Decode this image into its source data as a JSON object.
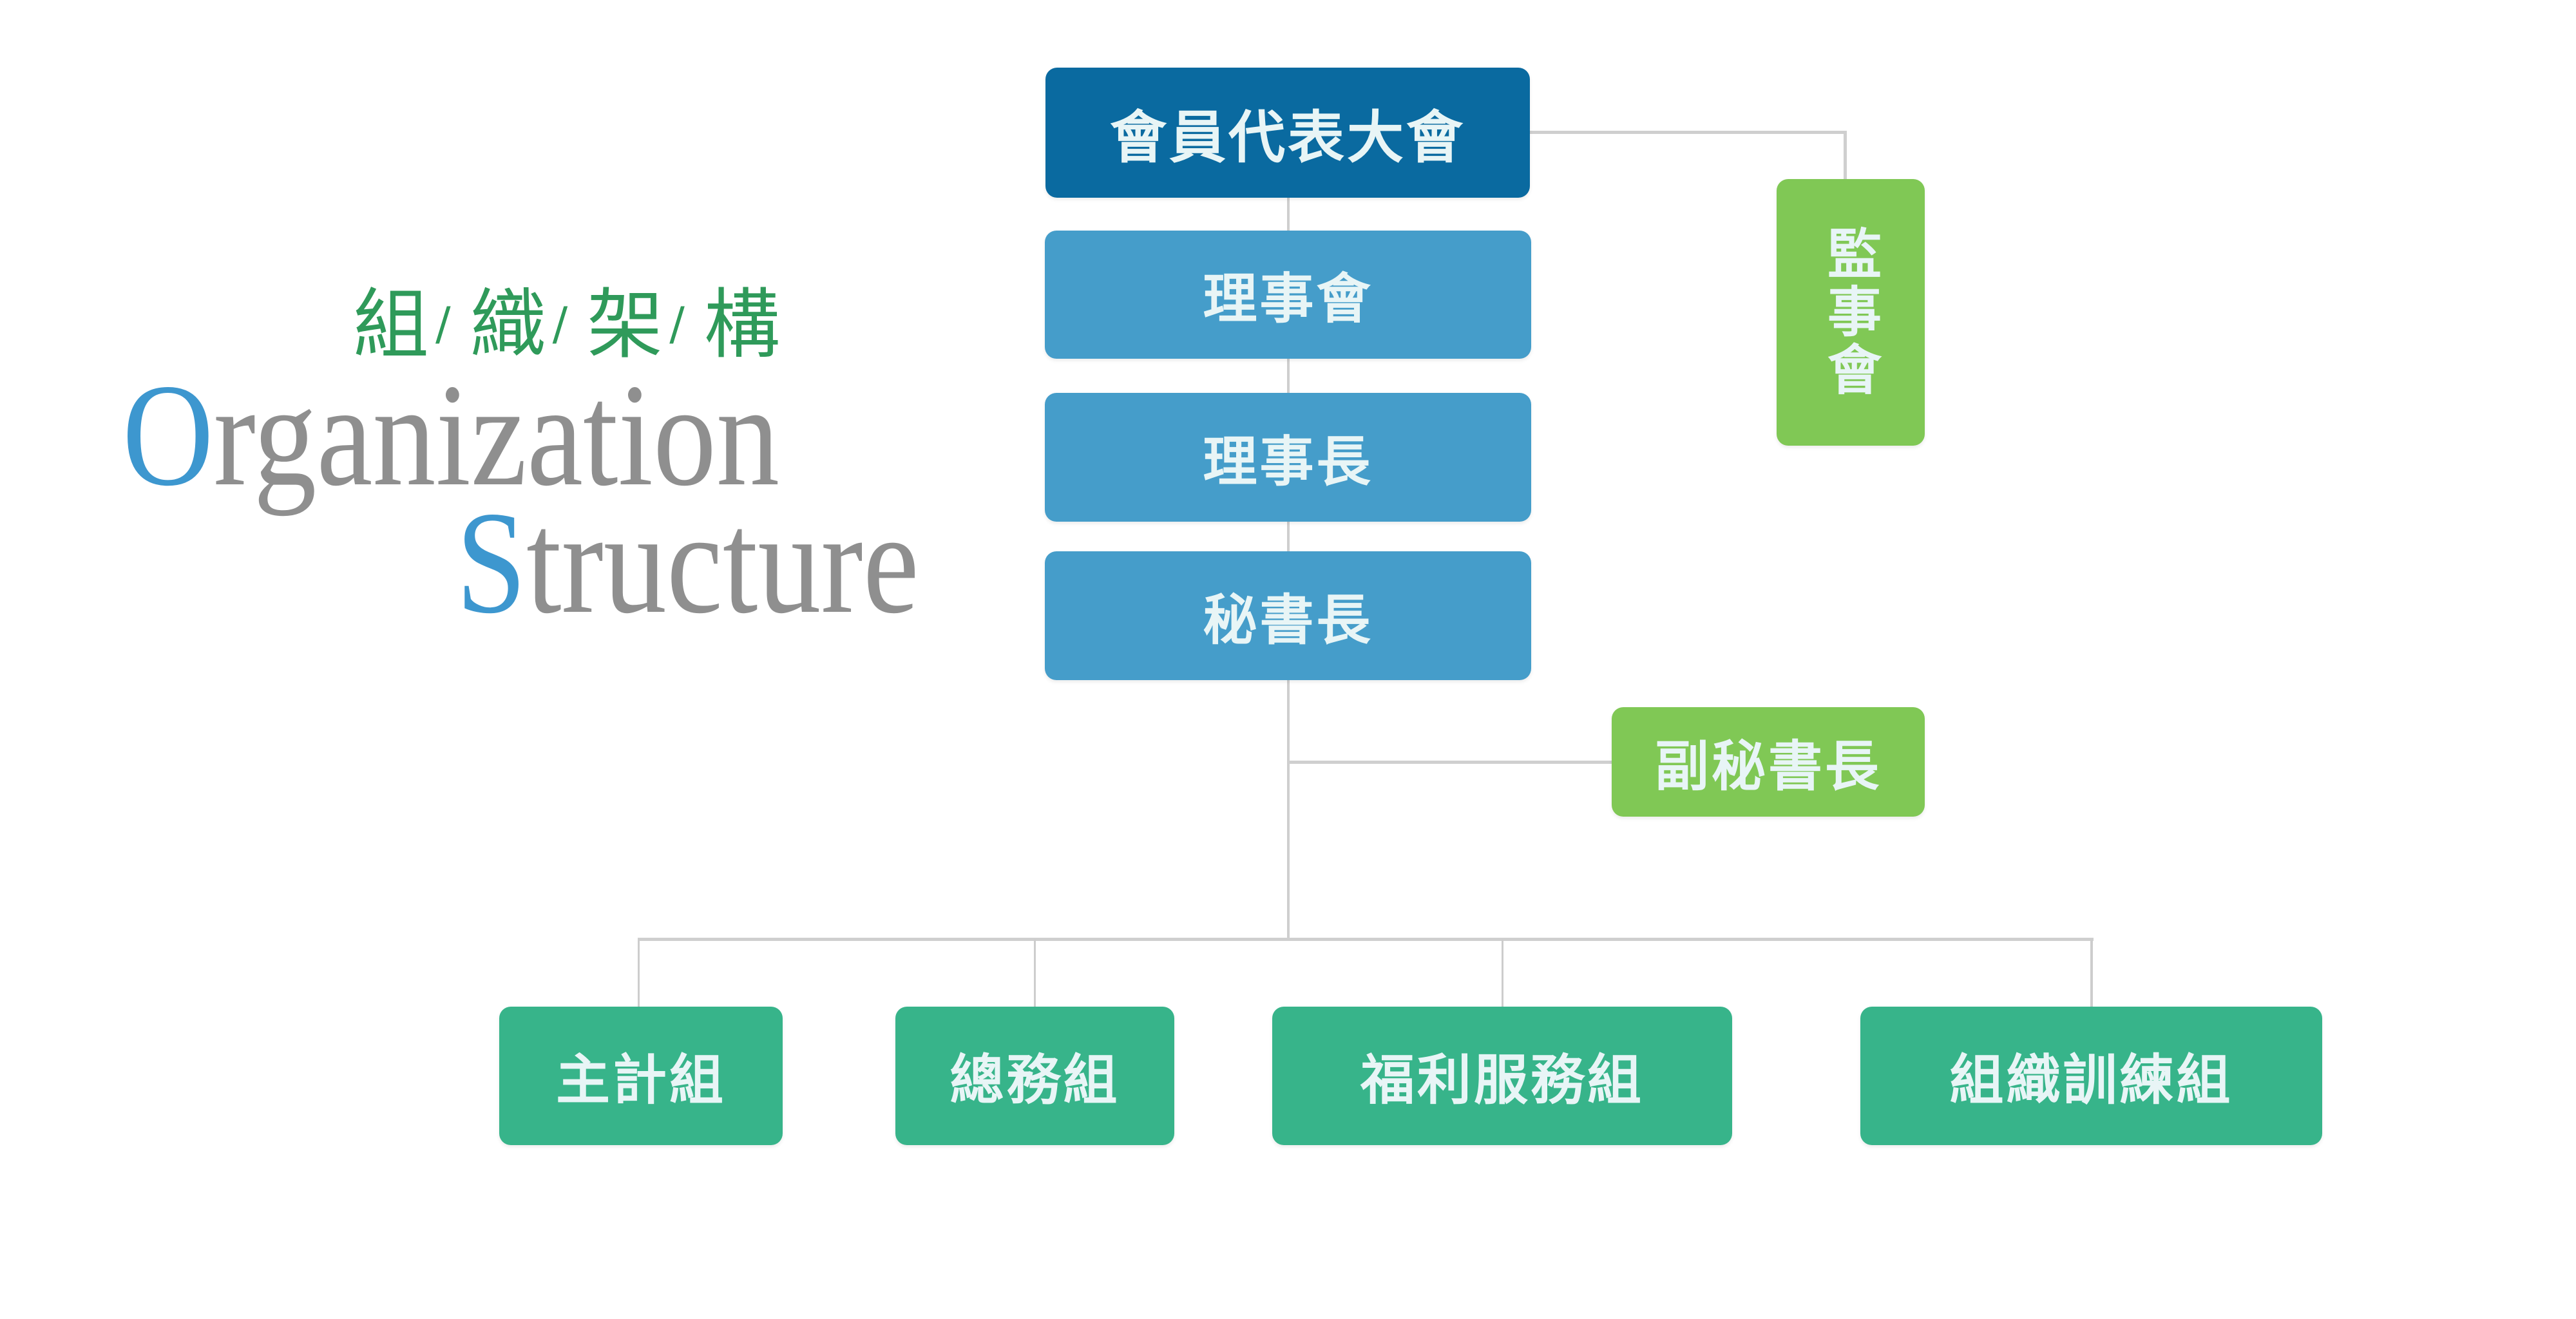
{
  "title": {
    "chinese_chars": [
      "組",
      "織",
      "架",
      "構"
    ],
    "separator": "/",
    "english_line1": {
      "initial": "O",
      "rest": "rganization"
    },
    "english_line2": {
      "initial": "S",
      "rest": "tructure"
    }
  },
  "nodes": {
    "assembly": "會員代表大會",
    "supervisors": "監事會",
    "board": "理事會",
    "chairman": "理事長",
    "secretary_general": "秘書長",
    "deputy_secretary_general": "副秘書長",
    "departments": [
      "主計組",
      "總務組",
      "福利服務組",
      "組織訓練組"
    ]
  },
  "colors": {
    "assembly": "#0a6aa0",
    "leadership": "#459dca",
    "side_units": "#80c855",
    "departments": "#37b48a",
    "connector": "#cfcfcf",
    "title_cn": "#2f9a5a",
    "title_en_initial": "#3d97cf",
    "title_en_rest": "#8f8f8f"
  }
}
